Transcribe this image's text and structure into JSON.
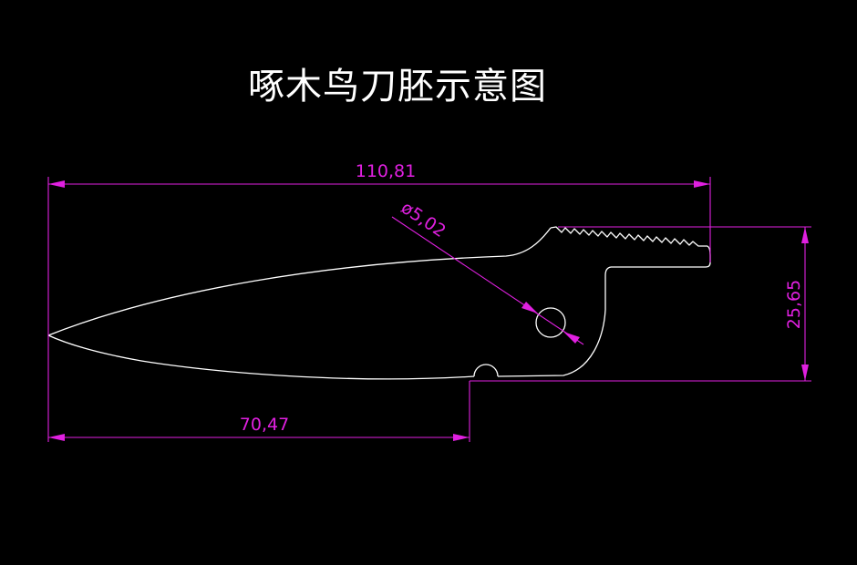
{
  "drawing": {
    "title": "啄木鸟刀胚示意图",
    "colors": {
      "background": "#000000",
      "outline": "#FFFFFF",
      "dimension": "#E020E0"
    },
    "dimensions": {
      "overall_length": "110,81",
      "blade_length": "70,47",
      "height": "25,65",
      "hole_diameter": "ø5,02"
    }
  }
}
